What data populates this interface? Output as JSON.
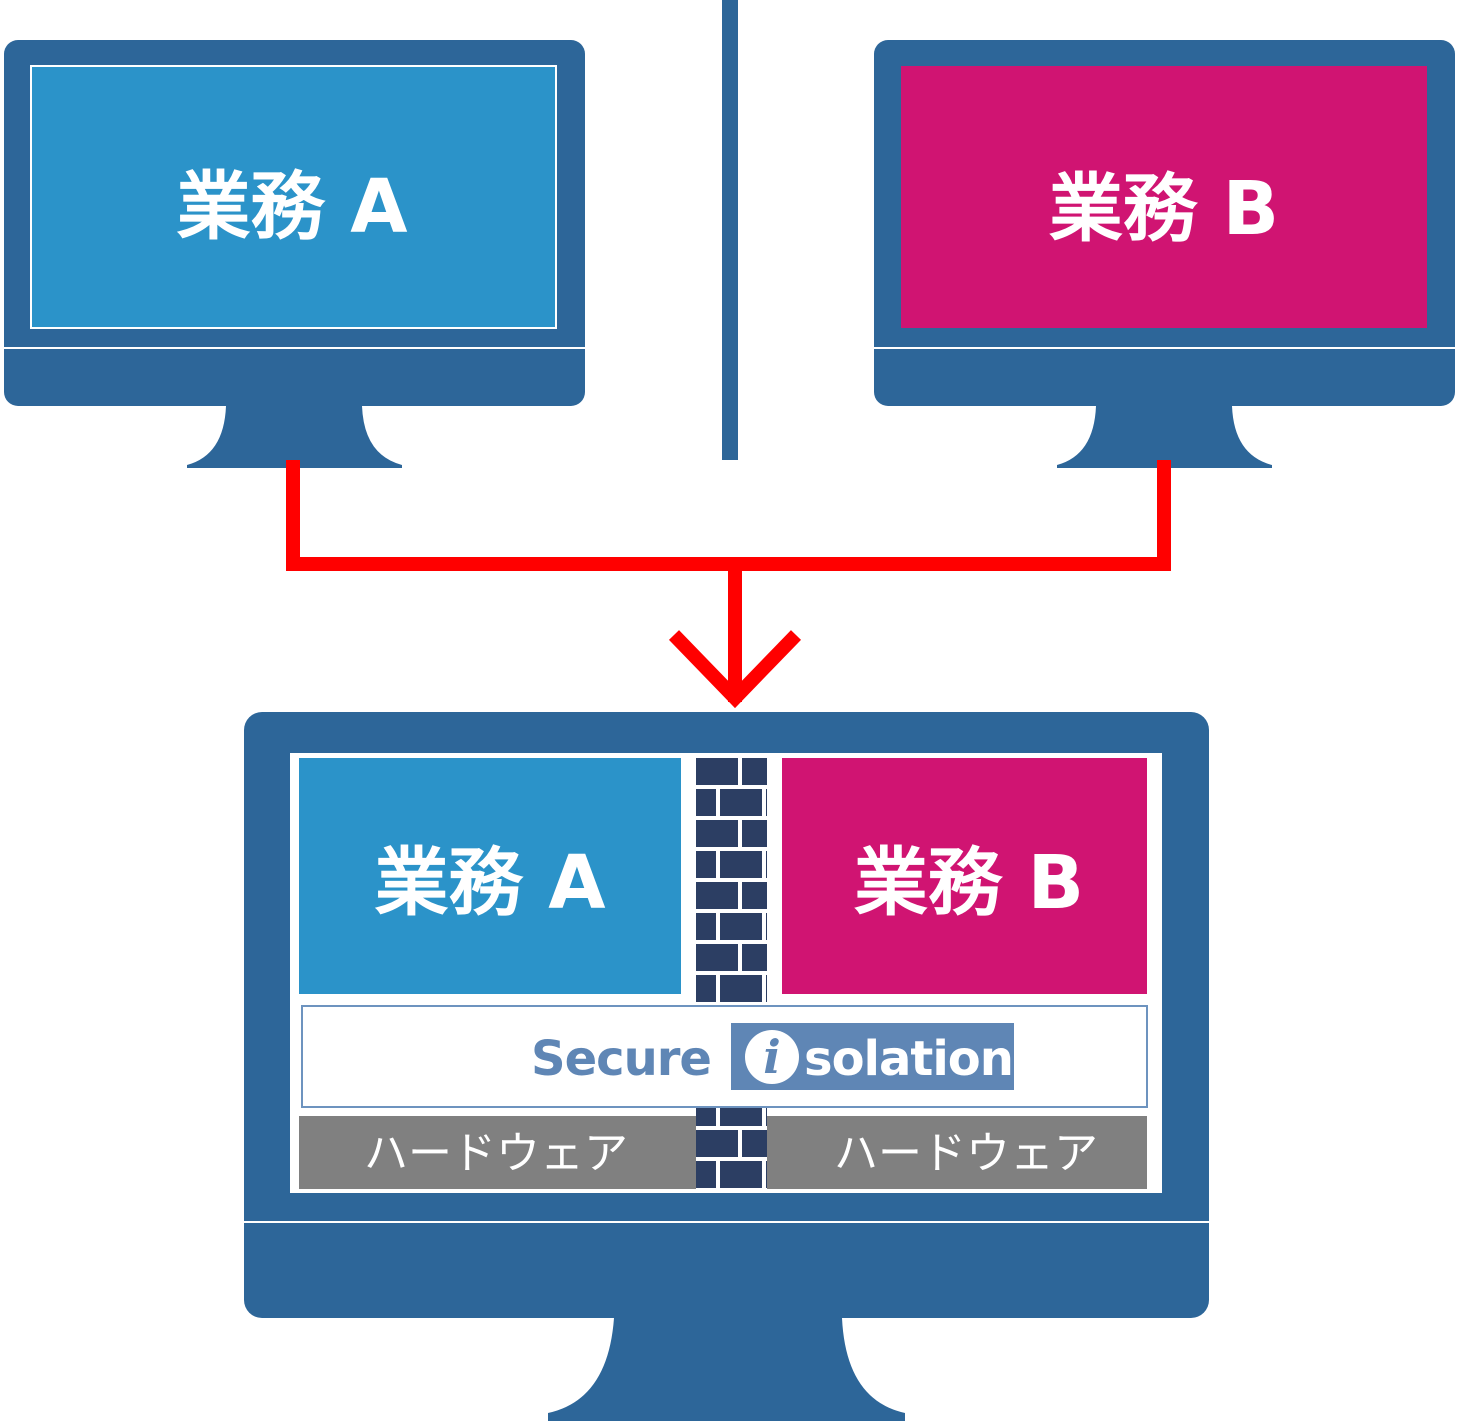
{
  "top_monitors": {
    "left": {
      "label": "業務 A",
      "screen_color": "#2b93c9"
    },
    "right": {
      "label": "業務 B",
      "screen_color": "#d01472"
    }
  },
  "bottom_monitor": {
    "app_a": {
      "label": "業務 A",
      "color": "#2b93c9"
    },
    "app_b": {
      "label": "業務 B",
      "color": "#d01472"
    },
    "logo": {
      "secure": "Secure",
      "i": "i",
      "solation": "solation",
      "color": "#5f86b5"
    },
    "hardware_left": {
      "label": "ハードウェア"
    },
    "hardware_right": {
      "label": "ハードウェア"
    }
  },
  "colors": {
    "monitor_frame": "#2d6699",
    "connector": "#ff0000",
    "brick_wall": "#2c3e63",
    "hardware": "#808080"
  },
  "icons": {
    "arrow": "chevron-down-arrow",
    "wall": "brick-wall-icon"
  }
}
